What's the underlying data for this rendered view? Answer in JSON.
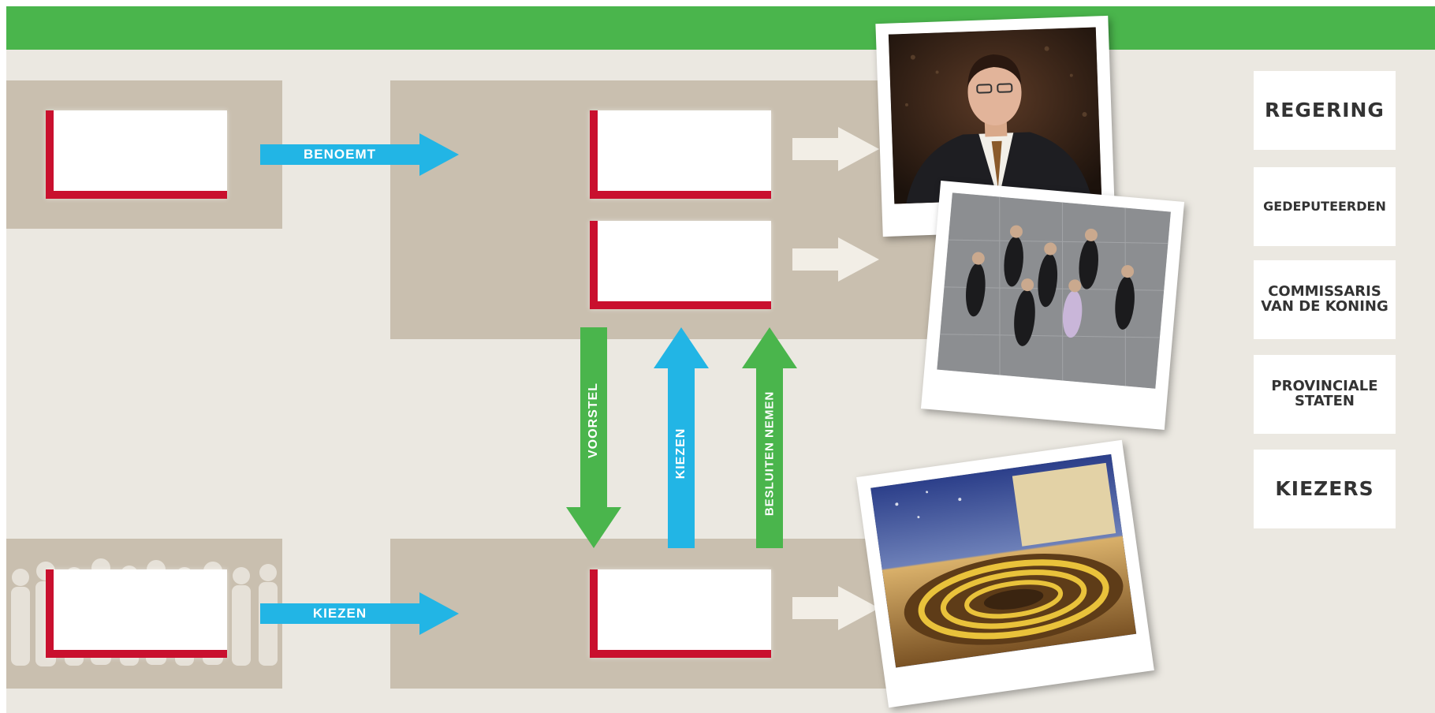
{
  "arrows": {
    "benoemt": "BENOEMT",
    "kiezen_horizontal": "KIEZEN",
    "voorstel": "VOORSTEL",
    "kiezen_vertical": "KIEZEN",
    "besluiten_nemen": "BESLUITEN NEMEN"
  },
  "legend": [
    "REGERING",
    "GEDEPUTEERDEN",
    "COMMISSARIS\nVAN DE KONING",
    "PROVINCIALE\nSTATEN",
    "KIEZERS"
  ],
  "photos": {
    "top": "portrait-photo",
    "middle": "group-photo",
    "bottom": "assembly-hall-photo"
  },
  "colors": {
    "top_bar": "#4ab54c",
    "panel": "#c9bfaf",
    "card_accent": "#c9102e",
    "arrow_blue": "#22b5e5",
    "arrow_green": "#4ab54c",
    "background": "#ebe8e1"
  }
}
